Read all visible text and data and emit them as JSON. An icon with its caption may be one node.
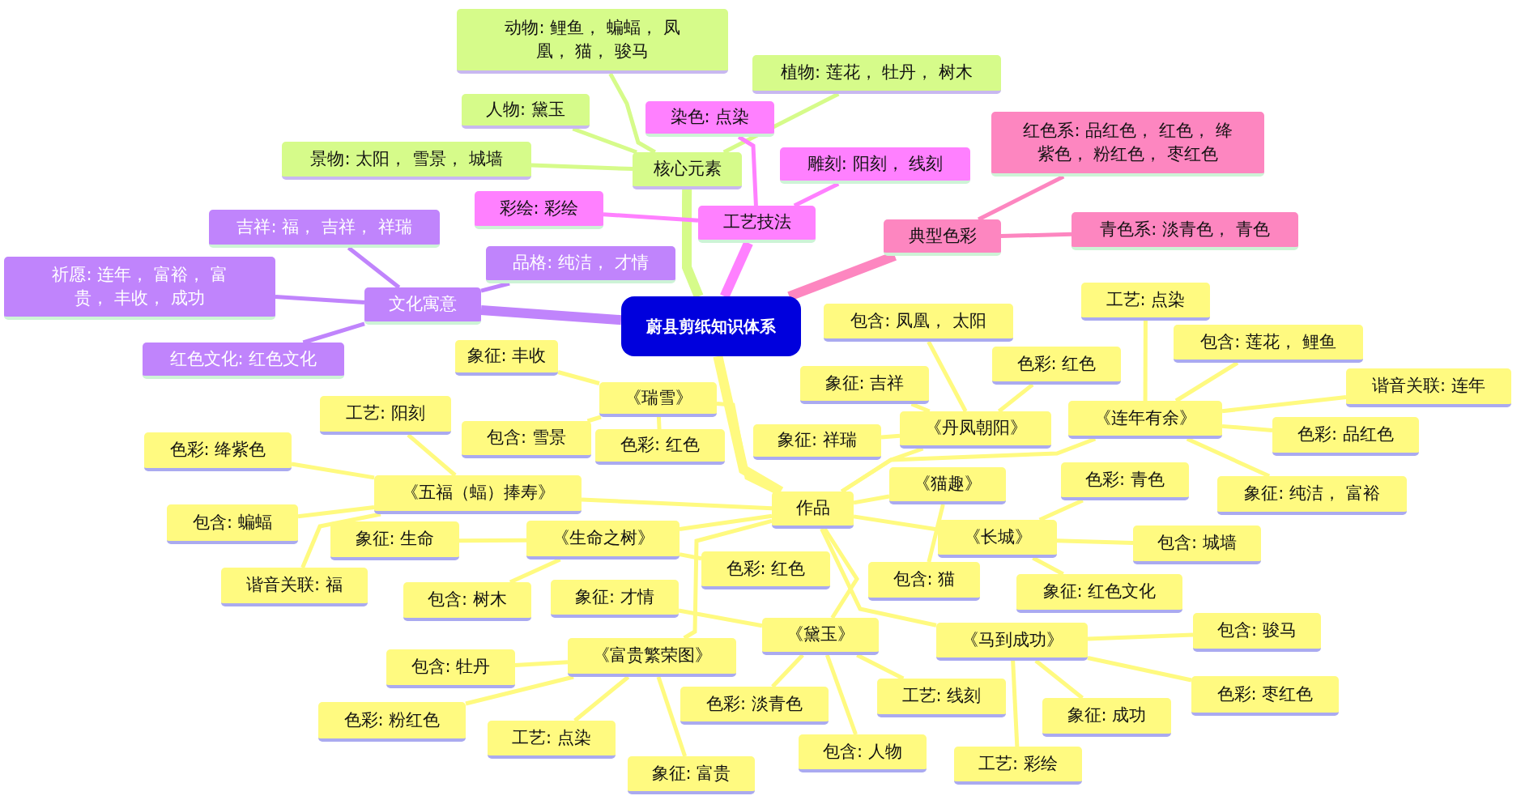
{
  "diagram": {
    "nodes": [
      {
        "text": [
          "蔚县剪纸知识体系"
        ]
      },
      {
        "text": [
          "核心元素"
        ]
      },
      {
        "text": [
          "动物: 鲤鱼， 蝙蝠， 凤凰， 猫， 骏马"
        ]
      },
      {
        "text": [
          "植物: 莲花， 牡丹， 树木"
        ]
      },
      {
        "text": [
          "人物: 黛玉"
        ]
      },
      {
        "text": [
          "景物: 太阳， 雪景， 城墙"
        ]
      },
      {
        "text": [
          "工艺技法"
        ]
      },
      {
        "text": [
          "染色: 点染"
        ]
      },
      {
        "text": [
          "雕刻: 阳刻， 线刻"
        ]
      },
      {
        "text": [
          "彩绘: 彩绘"
        ]
      },
      {
        "text": [
          "典型色彩"
        ]
      },
      {
        "text": [
          "红色系: 品红色， 红色， 绛紫色， 粉红色， 枣红色"
        ]
      },
      {
        "text": [
          "青色系: 淡青色， 青色"
        ]
      },
      {
        "text": [
          "文化寓意"
        ]
      },
      {
        "text": [
          "吉祥: 福， 吉祥， 祥瑞"
        ]
      },
      {
        "text": [
          "祈愿: 连年， 富裕， 富贵， 丰收， 成功"
        ]
      },
      {
        "text": [
          "品格: 纯洁， 才情"
        ]
      },
      {
        "text": [
          "红色文化: 红色文化"
        ]
      },
      {
        "text": [
          "作品"
        ]
      },
      {
        "text": [
          "《瑞雪》"
        ]
      },
      {
        "text": [
          "象征: 丰收"
        ]
      },
      {
        "text": [
          "包含: 雪景"
        ]
      },
      {
        "text": [
          "色彩: 红色"
        ]
      },
      {
        "text": [
          "《五福（蝠）捧寿》"
        ]
      },
      {
        "text": [
          "工艺: 阳刻"
        ]
      },
      {
        "text": [
          "色彩: 绛紫色"
        ]
      },
      {
        "text": [
          "包含: 蝙蝠"
        ]
      },
      {
        "text": [
          "谐音关联: 福"
        ]
      },
      {
        "text": [
          "《生命之树》"
        ]
      },
      {
        "text": [
          "象征: 生命"
        ]
      },
      {
        "text": [
          "包含: 树木"
        ]
      },
      {
        "text": [
          "色彩: 红色"
        ]
      },
      {
        "text": [
          "《富贵繁荣图》"
        ]
      },
      {
        "text": [
          "包含: 牡丹"
        ]
      },
      {
        "text": [
          "色彩: 粉红色"
        ]
      },
      {
        "text": [
          "工艺: 点染"
        ]
      },
      {
        "text": [
          "象征: 富贵"
        ]
      },
      {
        "text": [
          "《黛玉》"
        ]
      },
      {
        "text": [
          "象征: 才情"
        ]
      },
      {
        "text": [
          "色彩: 淡青色"
        ]
      },
      {
        "text": [
          "工艺: 线刻"
        ]
      },
      {
        "text": [
          "包含: 人物"
        ]
      },
      {
        "text": [
          "《马到成功》"
        ]
      },
      {
        "text": [
          "包含: 骏马"
        ]
      },
      {
        "text": [
          "色彩: 枣红色"
        ]
      },
      {
        "text": [
          "象征: 成功"
        ]
      },
      {
        "text": [
          "工艺: 彩绘"
        ]
      },
      {
        "text": [
          "《长城》"
        ]
      },
      {
        "text": [
          "色彩: 青色"
        ]
      },
      {
        "text": [
          "包含: 城墙"
        ]
      },
      {
        "text": [
          "象征: 红色文化"
        ]
      },
      {
        "text": [
          "《猫趣》"
        ]
      },
      {
        "text": [
          "包含: 猫"
        ]
      },
      {
        "text": [
          "《丹凤朝阳》"
        ]
      },
      {
        "text": [
          "包含: 凤凰， 太阳"
        ]
      },
      {
        "text": [
          "象征: 吉祥"
        ]
      },
      {
        "text": [
          "色彩: 红色"
        ]
      },
      {
        "text": [
          "象征: 祥瑞"
        ]
      },
      {
        "text": [
          "《连年有余》"
        ]
      },
      {
        "text": [
          "工艺: 点染"
        ]
      },
      {
        "text": [
          "包含: 莲花， 鲤鱼"
        ]
      },
      {
        "text": [
          "谐音关联: 连年"
        ]
      },
      {
        "text": [
          "色彩: 品红色"
        ]
      },
      {
        "text": [
          "象征: 纯洁， 富裕"
        ]
      }
    ],
    "edges": [
      {
        "from": 0,
        "to": 1,
        "arrow": "none",
        "style": "thick",
        "color": "#d6fb8a"
      },
      {
        "from": 1,
        "to": 2,
        "arrow": "none",
        "color": "#d6fb8a"
      },
      {
        "from": 1,
        "to": 3,
        "arrow": "none",
        "color": "#d6fb8a"
      },
      {
        "from": 1,
        "to": 4,
        "arrow": "none",
        "color": "#d6fb8a"
      },
      {
        "from": 1,
        "to": 5,
        "arrow": "none",
        "color": "#d6fb8a"
      },
      {
        "from": 0,
        "to": 6,
        "arrow": "none",
        "style": "thick",
        "color": "#ff80ff"
      },
      {
        "from": 6,
        "to": 7,
        "arrow": "none",
        "color": "#ff80ff"
      },
      {
        "from": 6,
        "to": 8,
        "arrow": "none",
        "color": "#ff80ff"
      },
      {
        "from": 6,
        "to": 9,
        "arrow": "none",
        "color": "#ff80ff"
      },
      {
        "from": 0,
        "to": 10,
        "arrow": "none",
        "style": "thick",
        "color": "#fd86c0"
      },
      {
        "from": 10,
        "to": 11,
        "arrow": "none",
        "color": "#fd86c0"
      },
      {
        "from": 10,
        "to": 12,
        "arrow": "none",
        "color": "#fd86c0"
      },
      {
        "from": 0,
        "to": 13,
        "arrow": "none",
        "style": "thick",
        "color": "#c084fc"
      },
      {
        "from": 13,
        "to": 14,
        "arrow": "none",
        "color": "#c084fc"
      },
      {
        "from": 13,
        "to": 15,
        "arrow": "none",
        "color": "#c084fc"
      },
      {
        "from": 13,
        "to": 16,
        "arrow": "none",
        "color": "#c084fc"
      },
      {
        "from": 13,
        "to": 17,
        "arrow": "none",
        "color": "#c084fc"
      },
      {
        "from": 0,
        "to": 18,
        "arrow": "none",
        "style": "thick"
      },
      {
        "from": 18,
        "to": 19,
        "arrow": "none"
      },
      {
        "from": 19,
        "to": 20,
        "arrow": "none"
      },
      {
        "from": 19,
        "to": 21,
        "arrow": "none"
      },
      {
        "from": 19,
        "to": 22,
        "arrow": "none"
      },
      {
        "from": 18,
        "to": 23,
        "arrow": "none"
      },
      {
        "from": 23,
        "to": 24,
        "arrow": "none"
      },
      {
        "from": 23,
        "to": 25,
        "arrow": "none"
      },
      {
        "from": 23,
        "to": 26,
        "arrow": "none"
      },
      {
        "from": 23,
        "to": 27,
        "arrow": "none"
      },
      {
        "from": 18,
        "to": 28,
        "arrow": "none"
      },
      {
        "from": 28,
        "to": 29,
        "arrow": "none"
      },
      {
        "from": 28,
        "to": 30,
        "arrow": "none"
      },
      {
        "from": 28,
        "to": 31,
        "arrow": "none"
      },
      {
        "from": 18,
        "to": 32,
        "arrow": "none"
      },
      {
        "from": 32,
        "to": 33,
        "arrow": "none"
      },
      {
        "from": 32,
        "to": 34,
        "arrow": "none"
      },
      {
        "from": 32,
        "to": 35,
        "arrow": "none"
      },
      {
        "from": 32,
        "to": 36,
        "arrow": "none"
      },
      {
        "from": 18,
        "to": 37,
        "arrow": "none"
      },
      {
        "from": 37,
        "to": 38,
        "arrow": "none"
      },
      {
        "from": 37,
        "to": 39,
        "arrow": "none"
      },
      {
        "from": 37,
        "to": 40,
        "arrow": "none"
      },
      {
        "from": 37,
        "to": 41,
        "arrow": "none"
      },
      {
        "from": 18,
        "to": 42,
        "arrow": "none"
      },
      {
        "from": 42,
        "to": 43,
        "arrow": "none"
      },
      {
        "from": 42,
        "to": 44,
        "arrow": "none"
      },
      {
        "from": 42,
        "to": 45,
        "arrow": "none"
      },
      {
        "from": 42,
        "to": 46,
        "arrow": "none"
      },
      {
        "from": 18,
        "to": 47,
        "arrow": "none"
      },
      {
        "from": 47,
        "to": 48,
        "arrow": "none"
      },
      {
        "from": 47,
        "to": 49,
        "arrow": "none"
      },
      {
        "from": 47,
        "to": 50,
        "arrow": "none"
      },
      {
        "from": 18,
        "to": 51,
        "arrow": "none"
      },
      {
        "from": 51,
        "to": 52,
        "arrow": "none"
      },
      {
        "from": 18,
        "to": 53,
        "arrow": "none"
      },
      {
        "from": 53,
        "to": 54,
        "arrow": "none"
      },
      {
        "from": 53,
        "to": 55,
        "arrow": "none"
      },
      {
        "from": 53,
        "to": 56,
        "arrow": "none"
      },
      {
        "from": 53,
        "to": 57,
        "arrow": "none"
      },
      {
        "from": 18,
        "to": 58,
        "arrow": "none"
      },
      {
        "from": 58,
        "to": 59,
        "arrow": "none"
      },
      {
        "from": 58,
        "to": 60,
        "arrow": "none"
      },
      {
        "from": 58,
        "to": 61,
        "arrow": "none"
      },
      {
        "from": 58,
        "to": 62,
        "arrow": "none"
      },
      {
        "from": 58,
        "to": 63,
        "arrow": "none"
      }
    ]
  }
}
